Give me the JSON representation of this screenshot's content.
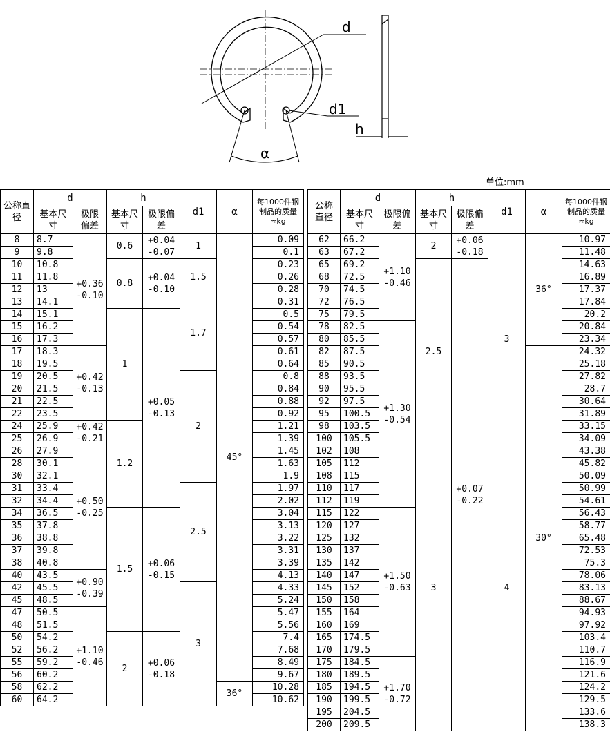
{
  "drawing": {
    "label_d": "d",
    "label_d1": "d1",
    "label_h": "h",
    "label_alpha": "α"
  },
  "unit": "单位:mm",
  "headers": {
    "nominal": "公称直径",
    "d": "d",
    "h": "h",
    "basic": "基本尺寸",
    "limit": "极限偏差",
    "d1": "d1",
    "alpha": "α",
    "mass": "每1000件钢制品的质量≈kg"
  },
  "left_rows": [
    [
      "8",
      "8.7",
      "0.09"
    ],
    [
      "9",
      "9.8",
      "0.1"
    ],
    [
      "10",
      "10.8",
      "0.23"
    ],
    [
      "11",
      "11.8",
      "0.26"
    ],
    [
      "12",
      "13",
      "0.28"
    ],
    [
      "13",
      "14.1",
      "0.31"
    ],
    [
      "14",
      "15.1",
      "0.5"
    ],
    [
      "15",
      "16.2",
      "0.54"
    ],
    [
      "16",
      "17.3",
      "0.57"
    ],
    [
      "17",
      "18.3",
      "0.61"
    ],
    [
      "18",
      "19.5",
      "0.64"
    ],
    [
      "19",
      "20.5",
      "0.8"
    ],
    [
      "20",
      "21.5",
      "0.84"
    ],
    [
      "21",
      "22.5",
      "0.88"
    ],
    [
      "22",
      "23.5",
      "0.92"
    ],
    [
      "24",
      "25.9",
      "1.21"
    ],
    [
      "25",
      "26.9",
      "1.39"
    ],
    [
      "26",
      "27.9",
      "1.45"
    ],
    [
      "28",
      "30.1",
      "1.63"
    ],
    [
      "30",
      "32.1",
      "1.9"
    ],
    [
      "31",
      "33.4",
      "1.97"
    ],
    [
      "32",
      "34.4",
      "2.02"
    ],
    [
      "34",
      "36.5",
      "3.04"
    ],
    [
      "35",
      "37.8",
      "3.13"
    ],
    [
      "36",
      "38.8",
      "3.22"
    ],
    [
      "37",
      "39.8",
      "3.31"
    ],
    [
      "38",
      "40.8",
      "3.39"
    ],
    [
      "40",
      "43.5",
      "4.13"
    ],
    [
      "42",
      "45.5",
      "4.33"
    ],
    [
      "45",
      "48.5",
      "5.24"
    ],
    [
      "47",
      "50.5",
      "5.47"
    ],
    [
      "48",
      "51.5",
      "5.56"
    ],
    [
      "50",
      "54.2",
      "7.4"
    ],
    [
      "52",
      "56.2",
      "7.68"
    ],
    [
      "55",
      "59.2",
      "8.49"
    ],
    [
      "56",
      "60.2",
      "9.67"
    ],
    [
      "58",
      "62.2",
      "10.28"
    ],
    [
      "60",
      "64.2",
      "10.62"
    ]
  ],
  "left_merged": {
    "dtol": [
      [
        "+0.36",
        "-0.10"
      ],
      [
        "+0.42",
        "-0.13"
      ],
      [
        "+0.42",
        "-0.21"
      ],
      [
        "+0.50",
        "-0.25"
      ],
      [
        "+0.90",
        "-0.39"
      ],
      [
        "+1.10",
        "-0.46"
      ]
    ],
    "hbasic": [
      "0.6",
      "0.8",
      "1",
      "1.2",
      "1.5",
      "2"
    ],
    "htol": [
      [
        "+0.04",
        "-0.07"
      ],
      [
        "+0.04",
        "-0.10"
      ],
      [
        "+0.05",
        "-0.13"
      ],
      [
        "+0.06",
        "-0.15"
      ],
      [
        "+0.06",
        "-0.18"
      ]
    ],
    "d1": [
      "1",
      "1.5",
      "1.7",
      "2",
      "2.5",
      "3"
    ],
    "alpha": [
      "45°",
      "36°"
    ]
  },
  "right_rows": [
    [
      "62",
      "66.2",
      "10.97"
    ],
    [
      "63",
      "67.2",
      "11.48"
    ],
    [
      "65",
      "69.2",
      "14.63"
    ],
    [
      "68",
      "72.5",
      "16.89"
    ],
    [
      "70",
      "74.5",
      "17.37"
    ],
    [
      "72",
      "76.5",
      "17.84"
    ],
    [
      "75",
      "79.5",
      "20.2"
    ],
    [
      "78",
      "82.5",
      "20.84"
    ],
    [
      "80",
      "85.5",
      "23.34"
    ],
    [
      "82",
      "87.5",
      "24.32"
    ],
    [
      "85",
      "90.5",
      "25.18"
    ],
    [
      "88",
      "93.5",
      "27.82"
    ],
    [
      "90",
      "95.5",
      "28.7"
    ],
    [
      "92",
      "97.5",
      "30.64"
    ],
    [
      "95",
      "100.5",
      "31.89"
    ],
    [
      "98",
      "103.5",
      "33.15"
    ],
    [
      "100",
      "105.5",
      "34.09"
    ],
    [
      "102",
      "108",
      "43.38"
    ],
    [
      "105",
      "112",
      "45.82"
    ],
    [
      "108",
      "115",
      "50.09"
    ],
    [
      "110",
      "117",
      "50.99"
    ],
    [
      "112",
      "119",
      "54.61"
    ],
    [
      "115",
      "122",
      "56.43"
    ],
    [
      "120",
      "127",
      "58.77"
    ],
    [
      "125",
      "132",
      "65.48"
    ],
    [
      "130",
      "137",
      "72.53"
    ],
    [
      "135",
      "142",
      "75.3"
    ],
    [
      "140",
      "147",
      "78.06"
    ],
    [
      "145",
      "152",
      "83.13"
    ],
    [
      "150",
      "158",
      "88.67"
    ],
    [
      "155",
      "164",
      "94.93"
    ],
    [
      "160",
      "169",
      "97.92"
    ],
    [
      "165",
      "174.5",
      "103.4"
    ],
    [
      "170",
      "179.5",
      "110.7"
    ],
    [
      "175",
      "184.5",
      "116.9"
    ],
    [
      "180",
      "189.5",
      "121.6"
    ],
    [
      "185",
      "194.5",
      "124.2"
    ],
    [
      "190",
      "199.5",
      "129.5"
    ],
    [
      "195",
      "204.5",
      "133.6"
    ],
    [
      "200",
      "209.5",
      "138.3"
    ]
  ],
  "right_merged": {
    "dtol": [
      [
        "+1.10",
        "-0.46"
      ],
      [
        "+1.30",
        "-0.54"
      ],
      [
        "+1.50",
        "-0.63"
      ],
      [
        "+1.70",
        "-0.72"
      ]
    ],
    "hbasic": [
      "2",
      "2.5",
      "3"
    ],
    "htol": [
      [
        "+0.06",
        "-0.18"
      ],
      [
        "+0.07",
        "-0.22"
      ]
    ],
    "d1": [
      "3",
      "4"
    ],
    "alpha": [
      "36°",
      "30°"
    ]
  }
}
